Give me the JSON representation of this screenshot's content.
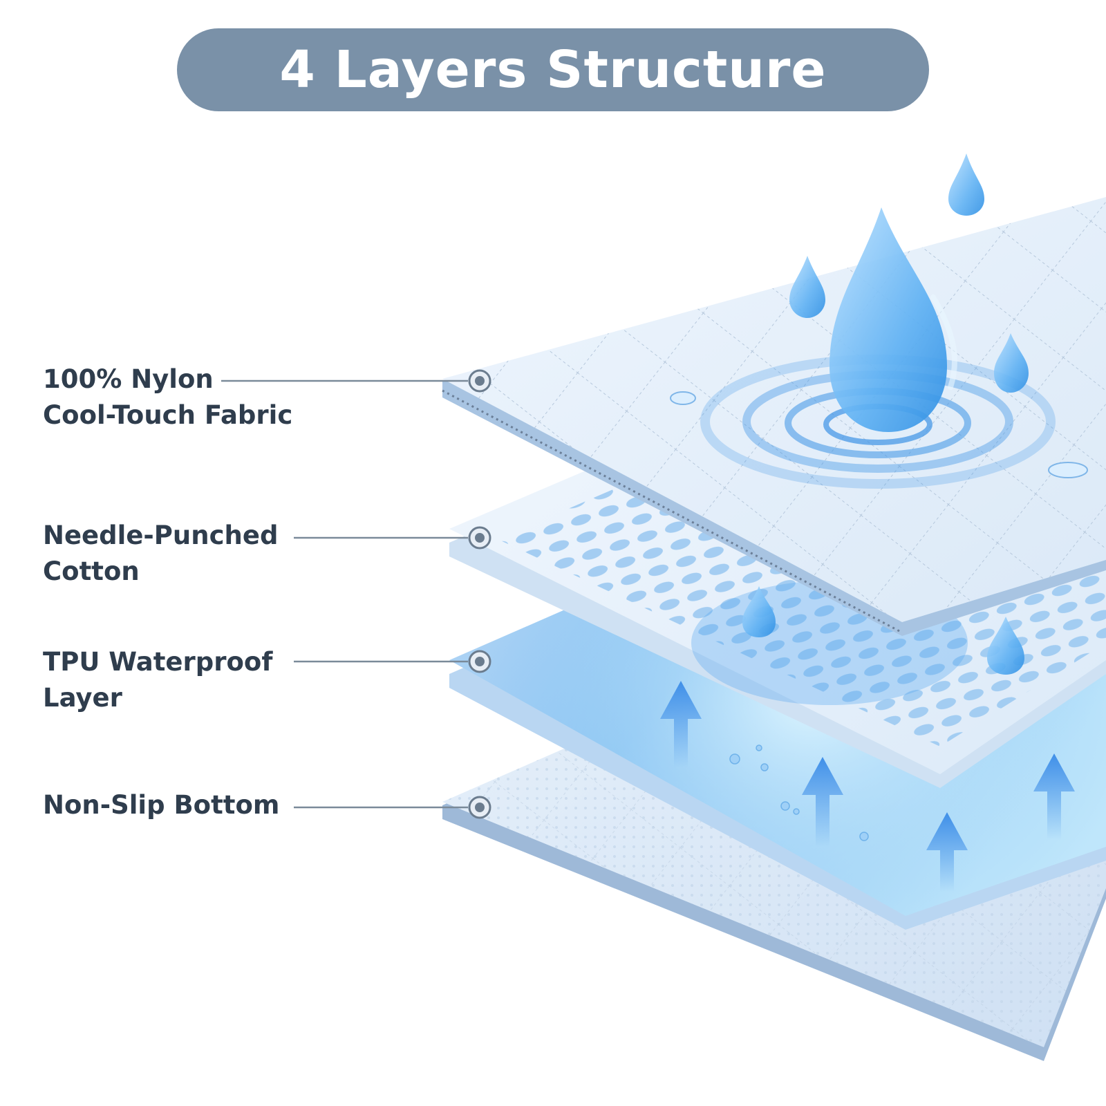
{
  "title": "4 Layers Structure",
  "layers": [
    {
      "line1": "100% Nylon",
      "line2": "Cool-Touch Fabric"
    },
    {
      "line1": "Needle-Punched",
      "line2": "Cotton"
    },
    {
      "line1": "TPU Waterproof",
      "line2": "Layer"
    },
    {
      "line1": "Non-Slip Bottom",
      "line2": ""
    }
  ],
  "colors": {
    "title_bg": "#7a91a8",
    "title_text": "#ffffff",
    "label_text": "#2f3d4d",
    "leader": "#7a8a99",
    "water": "#4da3ee"
  }
}
